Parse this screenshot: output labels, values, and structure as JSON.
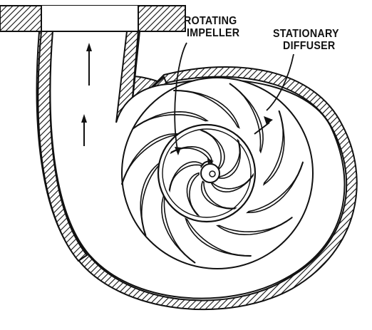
{
  "labels": {
    "impeller_line1": "ROTATING",
    "impeller_line2": "IMPELLER",
    "diffuser_line1": "STATIONARY",
    "diffuser_line2": "DIFFUSER"
  },
  "diagram": {
    "impeller_vane_count": 7,
    "diffuser_vane_count": 10,
    "ink_color": "#111111",
    "background_color": "#ffffff"
  }
}
